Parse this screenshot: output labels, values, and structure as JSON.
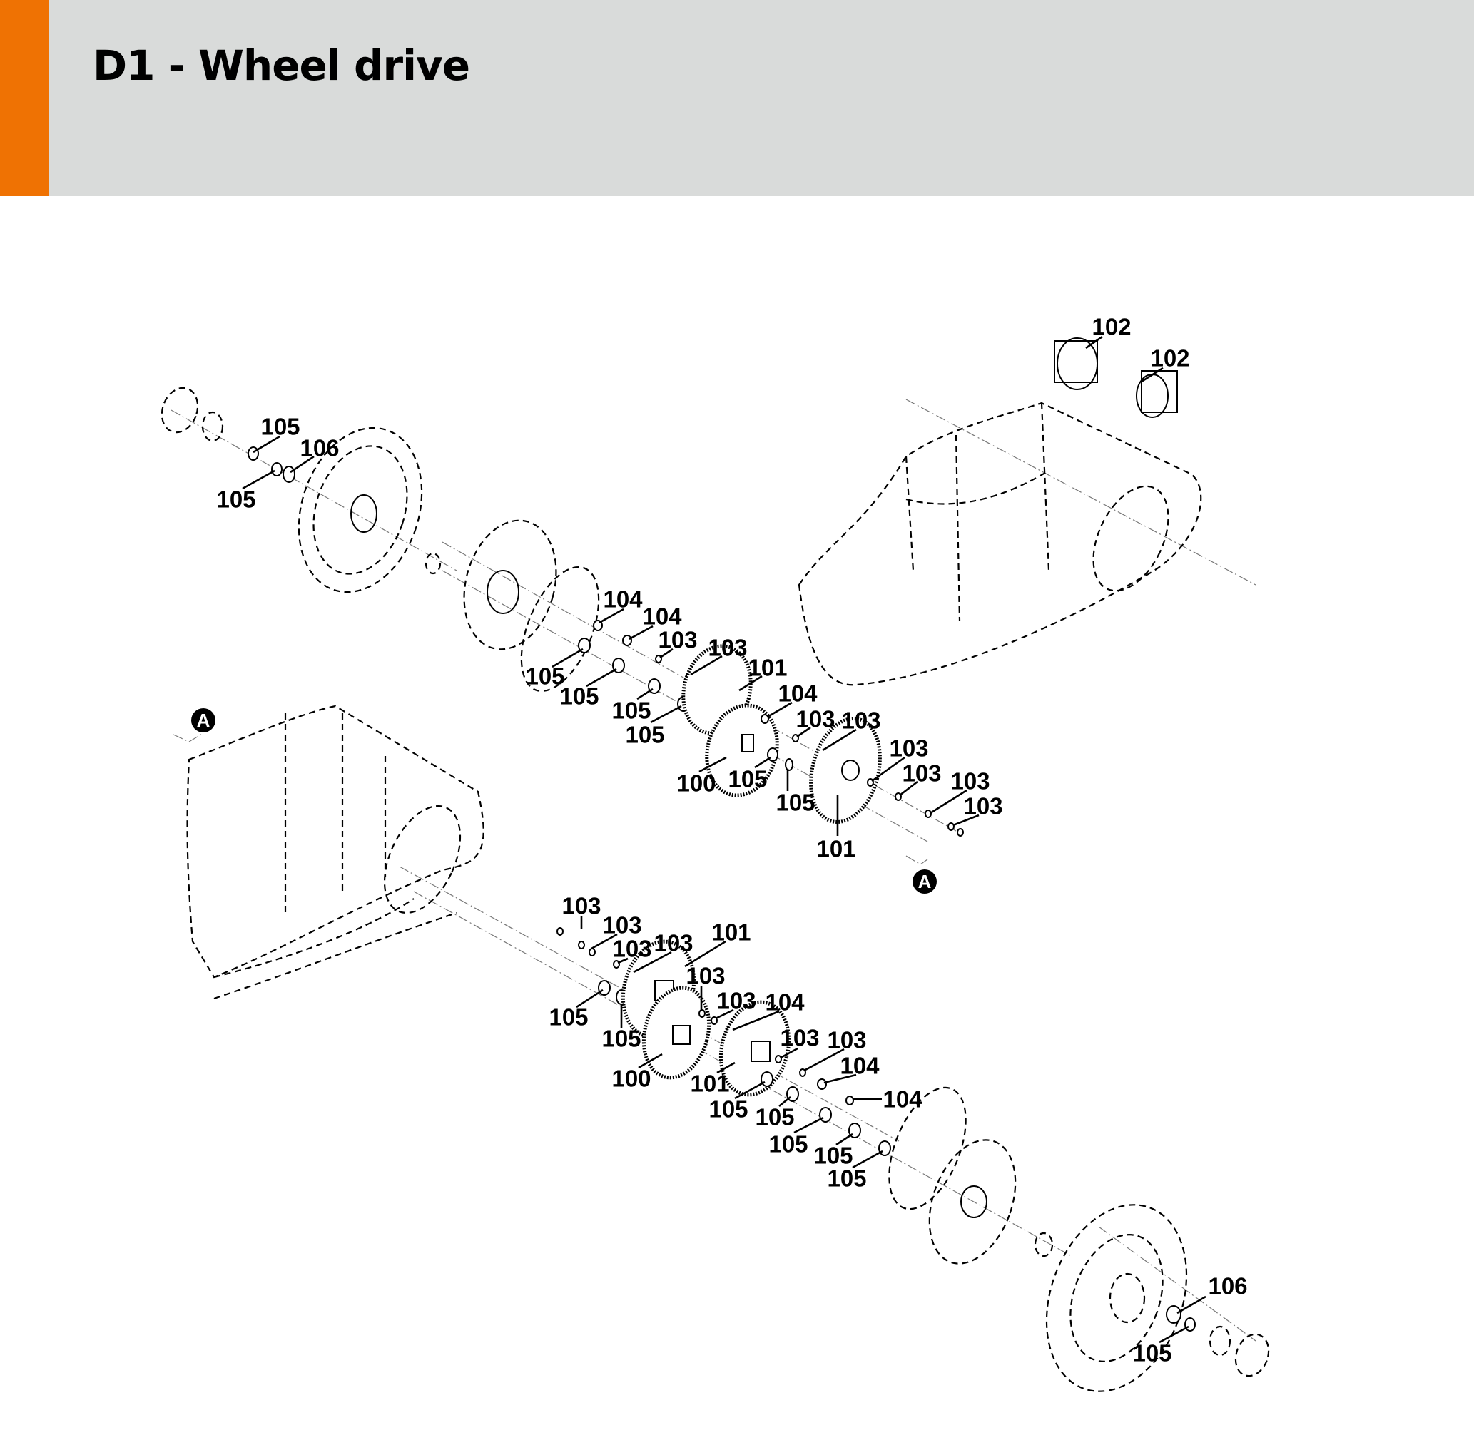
{
  "header": {
    "title": "D1 - Wheel drive",
    "accent_color": "#ef7203",
    "background_color": "#d9dbda"
  },
  "diagram": {
    "reference_markers": [
      "A",
      "A"
    ],
    "callouts": {
      "upper_left_wheel": [
        "105",
        "106",
        "105"
      ],
      "motors": [
        "102",
        "102"
      ],
      "upper_gear_train": [
        "104",
        "104",
        "103",
        "103",
        "101",
        "104",
        "103",
        "103",
        "103",
        "103",
        "103",
        "103",
        "105",
        "105",
        "105",
        "105",
        "100",
        "105",
        "105",
        "101"
      ],
      "lower_gear_train": [
        "103",
        "103",
        "103",
        "103",
        "101",
        "103",
        "103",
        "104",
        "103",
        "103",
        "104",
        "104",
        "105",
        "105",
        "100",
        "101",
        "105",
        "105",
        "105",
        "105",
        "105"
      ],
      "lower_right_wheel": [
        "106",
        "105"
      ]
    }
  }
}
